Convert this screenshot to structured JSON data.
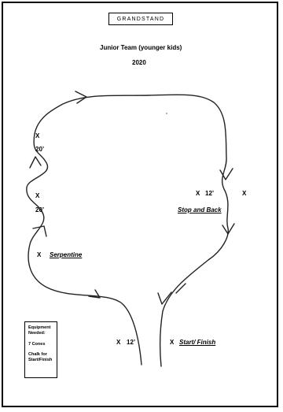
{
  "header": {
    "badge": "GRANDSTAND",
    "title": "Junior Team (younger kids)",
    "year": "2020"
  },
  "markers": {
    "x": "X",
    "left_top_dist": "20’",
    "left_mid_dist": "20’",
    "right_dist": "12’",
    "bottom_dist": "12’"
  },
  "stations": {
    "stop_and_back": "Stop and Back",
    "serpentine": "Serpentine",
    "start_finish": "Start/ Finish"
  },
  "equipment": {
    "heading_1": "Equipment",
    "heading_2": "Needed:",
    "cones": "7 Cones",
    "chalk_1": "Chalk for",
    "chalk_2": "Start/Finish"
  }
}
